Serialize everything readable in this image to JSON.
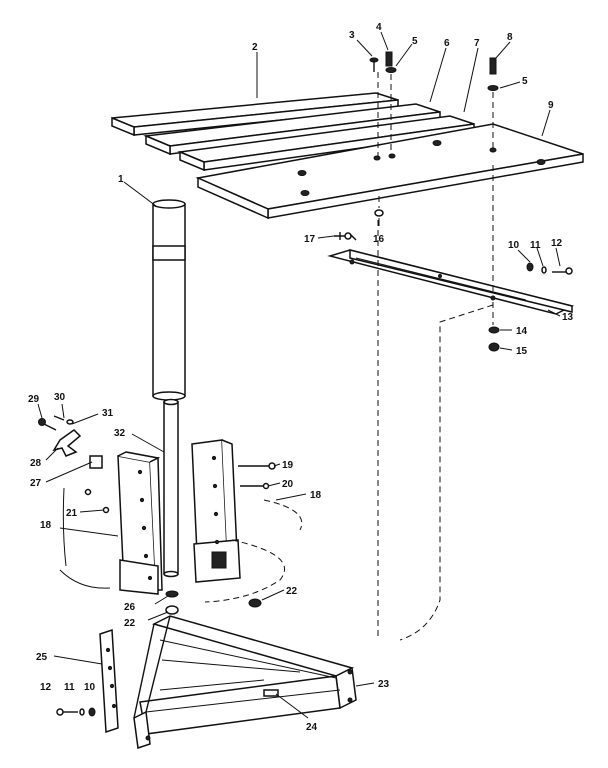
{
  "callouts": {
    "c1": "1",
    "c2": "2",
    "c3": "3",
    "c4": "4",
    "c5a": "5",
    "c5b": "5",
    "c6": "6",
    "c7": "7",
    "c8": "8",
    "c9": "9",
    "c10a": "10",
    "c10b": "10",
    "c11a": "11",
    "c11b": "11",
    "c12a": "12",
    "c12b": "12",
    "c13": "13",
    "c14": "14",
    "c15": "15",
    "c16": "16",
    "c17": "17",
    "c18a": "18",
    "c18b": "18",
    "c19": "19",
    "c20": "20",
    "c21": "21",
    "c22a": "22",
    "c22b": "22",
    "c23": "23",
    "c24": "24",
    "c25": "25",
    "c26": "26",
    "c27": "27",
    "c28": "28",
    "c29": "29",
    "c30": "30",
    "c31": "31",
    "c32": "32"
  }
}
